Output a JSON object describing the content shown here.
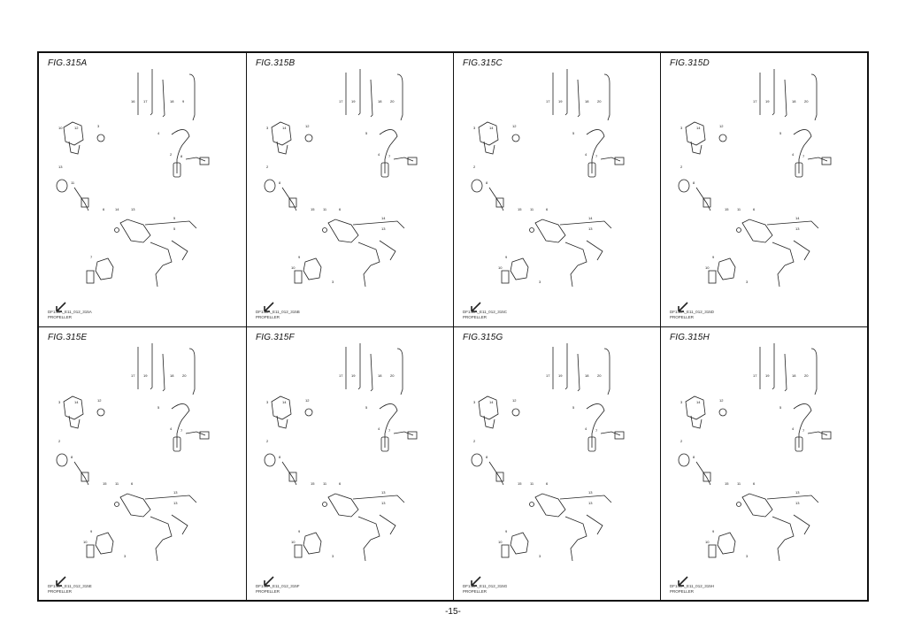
{
  "figures": [
    {
      "title": "FIG.315A",
      "code": "DF140A_E11_012_315A",
      "note": "PROPELLER",
      "callouts": [
        "16",
        "17",
        "18",
        "9",
        "10",
        "12",
        "3",
        "4",
        "2",
        "8",
        "13",
        "11",
        "6",
        "14",
        "13",
        "5",
        "5",
        "7"
      ]
    },
    {
      "title": "FIG.315B",
      "code": "DF140A_E11_012_315B",
      "note": "PROPELLER",
      "callouts": [
        "17",
        "19",
        "18",
        "20",
        "3",
        "14",
        "12",
        "5",
        "4",
        "7",
        "2",
        "8",
        "15",
        "11",
        "6",
        "14",
        "13",
        "9",
        "10",
        "3"
      ]
    },
    {
      "title": "FIG.315C",
      "code": "DF140A_E11_012_315C",
      "note": "PROPELLER",
      "callouts": [
        "17",
        "19",
        "18",
        "20",
        "3",
        "14",
        "12",
        "5",
        "4",
        "7",
        "2",
        "8",
        "15",
        "11",
        "6",
        "14",
        "13",
        "9",
        "10",
        "3"
      ]
    },
    {
      "title": "FIG.315D",
      "code": "DF140A_E11_012_315D",
      "note": "PROPELLER",
      "callouts": [
        "17",
        "19",
        "18",
        "20",
        "3",
        "14",
        "12",
        "5",
        "4",
        "7",
        "2",
        "8",
        "15",
        "11",
        "6",
        "14",
        "13",
        "9",
        "10",
        "3"
      ]
    },
    {
      "title": "FIG.315E",
      "code": "DF140A_E11_012_315E",
      "note": "PROPELLER",
      "callouts": [
        "17",
        "19",
        "18",
        "20",
        "3",
        "14",
        "12",
        "5",
        "4",
        "7",
        "2",
        "8",
        "15",
        "11",
        "6",
        "13",
        "13",
        "9",
        "10",
        "3"
      ]
    },
    {
      "title": "FIG.315F",
      "code": "DF140A_E11_012_315F",
      "note": "PROPELLER",
      "callouts": [
        "17",
        "19",
        "18",
        "20",
        "3",
        "14",
        "12",
        "5",
        "4",
        "7",
        "2",
        "8",
        "15",
        "11",
        "6",
        "13",
        "13",
        "9",
        "10",
        "3"
      ]
    },
    {
      "title": "FIG.315G",
      "code": "DF140A_E11_012_315G",
      "note": "PROPELLER",
      "callouts": [
        "17",
        "19",
        "18",
        "20",
        "3",
        "14",
        "12",
        "5",
        "4",
        "7",
        "2",
        "8",
        "15",
        "11",
        "6",
        "13",
        "13",
        "9",
        "10",
        "3"
      ]
    },
    {
      "title": "FIG.315H",
      "code": "DF140A_E11_012_315H",
      "note": "PROPELLER",
      "callouts": [
        "17",
        "19",
        "18",
        "20",
        "3",
        "14",
        "12",
        "5",
        "4",
        "7",
        "2",
        "8",
        "15",
        "11",
        "6",
        "13",
        "13",
        "9",
        "10",
        "3"
      ]
    }
  ],
  "page_number": "-15-"
}
